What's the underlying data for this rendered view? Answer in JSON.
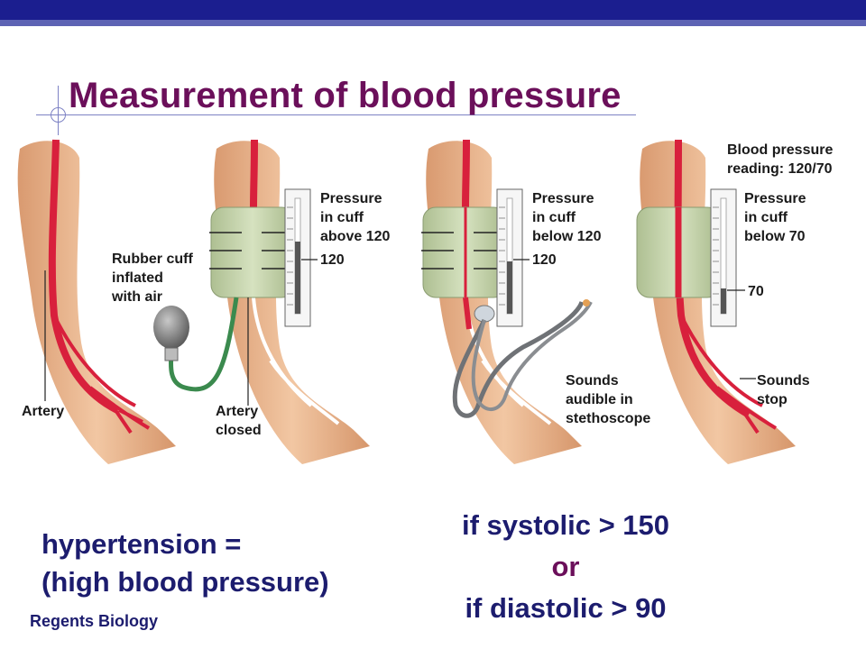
{
  "title": "Measurement of blood pressure",
  "panels": [
    {
      "labels": {
        "artery": "Artery",
        "cuff": [
          "Rubber cuff",
          "inflated",
          "with air"
        ]
      }
    },
    {
      "labels": {
        "pressure": [
          "Pressure",
          "in cuff",
          "above 120"
        ],
        "reading": "120",
        "artery_closed": [
          "Artery",
          "closed"
        ]
      }
    },
    {
      "labels": {
        "pressure": [
          "Pressure",
          "in cuff",
          "below 120"
        ],
        "reading": "120",
        "sounds": [
          "Sounds",
          "audible in",
          "stethoscope"
        ]
      }
    },
    {
      "labels": {
        "bp_reading": [
          "Blood pressure",
          "reading: 120/70"
        ],
        "pressure": [
          "Pressure",
          "in cuff",
          "below 70"
        ],
        "reading": "70",
        "sounds": [
          "Sounds",
          "stop"
        ]
      }
    }
  ],
  "hypertension": [
    "hypertension =",
    "(high blood pressure)"
  ],
  "conditions": [
    "if systolic > 150",
    "or",
    "if diastolic > 90"
  ],
  "footer": "Regents Biology",
  "colors": {
    "title": "#6b0f5a",
    "body_text": "#1c1c6e",
    "skin": "#e9b58d",
    "artery": "#d8203c",
    "cuff": "#c6d4ae",
    "bulb": "#8c8c8c",
    "tube_green": "#3b8a4e"
  }
}
